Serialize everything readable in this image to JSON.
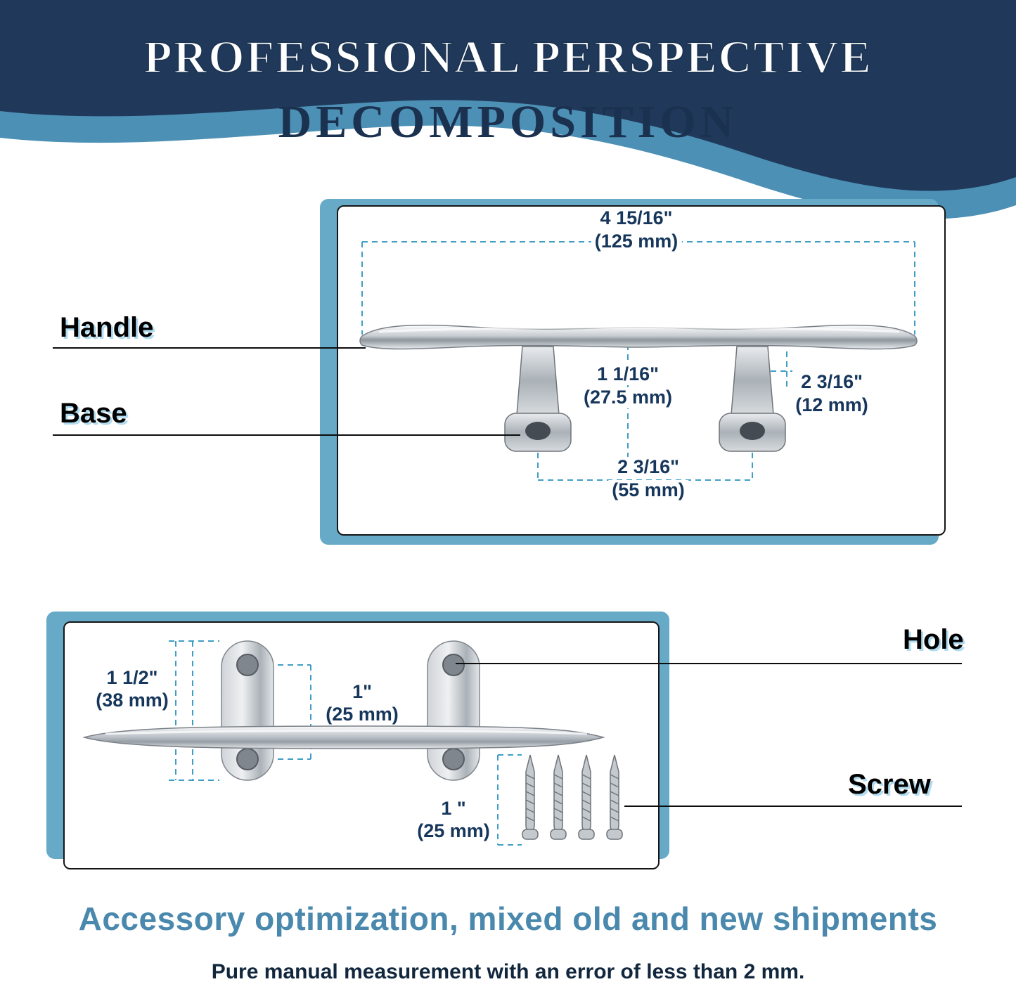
{
  "header": {
    "title_line1": "PROFESSIONAL PERSPECTIVE",
    "title_line2": "DECOMPOSITION"
  },
  "diagram1": {
    "label_handle": "Handle",
    "label_base": "Base",
    "dim_width_in": "4 15/16\"",
    "dim_width_mm": "(125 mm)",
    "dim_height_in": "1 1/16\"",
    "dim_height_mm": "(27.5 mm)",
    "dim_side_in": "2 3/16\"",
    "dim_side_mm": "(12 mm)",
    "dim_span_in": "2 3/16\"",
    "dim_span_mm": "(55 mm)"
  },
  "diagram2": {
    "label_hole": "Hole",
    "label_screw": "Screw",
    "dim_plate_in": "1 1/2\"",
    "dim_plate_mm": "(38 mm)",
    "dim_hole_in": "1\"",
    "dim_hole_mm": "(25 mm)",
    "dim_screw_in": "1 \"",
    "dim_screw_mm": "(25 mm)"
  },
  "footer": {
    "headline": "Accessory optimization, mixed old and new shipments",
    "subline": "Pure manual measurement with an error of less than 2 mm."
  },
  "colors": {
    "navy": "#20395B",
    "band_blue": "#4D90B5",
    "panel_teal": "#66AAC7",
    "dim_teal": "#3F9EC6",
    "dim_text": "#16365C",
    "headline_blue": "#4A89AD"
  }
}
